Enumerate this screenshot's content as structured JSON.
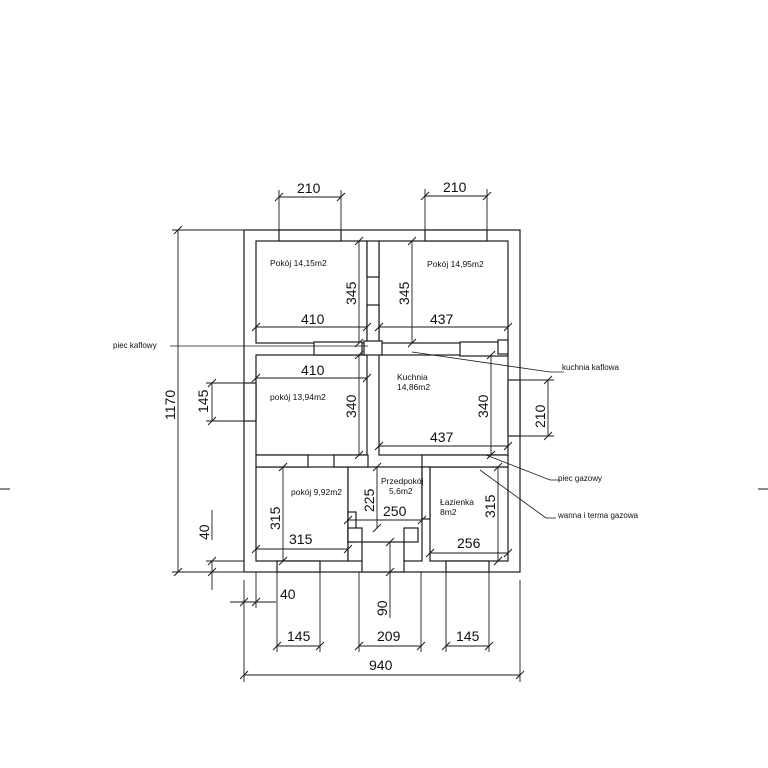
{
  "rooms": [
    {
      "name": "Pokój 14,15m2"
    },
    {
      "name": "Pokój 14,95m2"
    },
    {
      "name": "Kuchnia",
      "area": "14,86m2"
    },
    {
      "name": "pokój 13,94m2"
    },
    {
      "name": "pokój 9,92m2"
    },
    {
      "name": "Przedpokój",
      "area": "5,6m2"
    },
    {
      "name": "Łazienka",
      "area": "8m2"
    }
  ],
  "notes": {
    "piec_kaflowy": "piec kaflowy",
    "kuchnia_kaflowa": "kuchnia kaflowa",
    "piec_gazowy": "piec gazowy",
    "wanna_terma": "wanna i terma gazowa"
  },
  "dimensions": {
    "window_top_left": "210",
    "window_top_right": "210",
    "overall_height": "1170",
    "overall_width": "940",
    "room1_width": "410",
    "room1_height": "345",
    "room2_height": "345",
    "room2_width": "437",
    "room3_width": "410",
    "room3_height": "340",
    "left_window": "145",
    "kitchen_height": "340",
    "kitchen_width": "437",
    "right_window": "210",
    "small_room_height": "315",
    "small_room_width": "315",
    "hall_height": "225",
    "hall_width": "250",
    "bath_height": "315",
    "bath_width": "256",
    "left_wall_40_v": "40",
    "left_wall_40_h": "40",
    "bottom_90": "90",
    "bottom_window_left": "145",
    "bottom_door": "209",
    "bottom_window_right": "145"
  }
}
